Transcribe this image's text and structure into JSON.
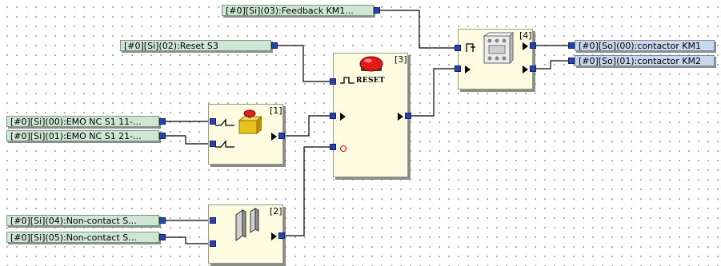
{
  "colors": {
    "input_tag_bg": "#cfe6d4",
    "output_tag_bg": "#c8d8ec",
    "block_bg": "#fdfbe0",
    "port": "#2a43a8",
    "wire": "#000000"
  },
  "inputs": [
    {
      "label": "[#0][Si](03):Feedback KM1..."
    },
    {
      "label": "[#0][Si](02):Reset S3"
    },
    {
      "label": "[#0][Si](00):EMO NC S1 11-..."
    },
    {
      "label": "[#0][Si](01):EMO NC S1 21-..."
    },
    {
      "label": "[#0][Si](04):Non-contact S..."
    },
    {
      "label": "[#0][Si](05):Non-contact S..."
    }
  ],
  "outputs": [
    {
      "label": "[#0][So](00):contactor KM1"
    },
    {
      "label": "[#0][So](01):contactor KM2"
    }
  ],
  "blocks": [
    {
      "number": "[1]",
      "icon": "emergency-stop-icon"
    },
    {
      "number": "[2]",
      "icon": "non-contact-switch-icon"
    },
    {
      "number": "[3]",
      "icon": "reset-button-icon",
      "reset_text": "RESET"
    },
    {
      "number": "[4]",
      "icon": "contactor-icon"
    }
  ]
}
